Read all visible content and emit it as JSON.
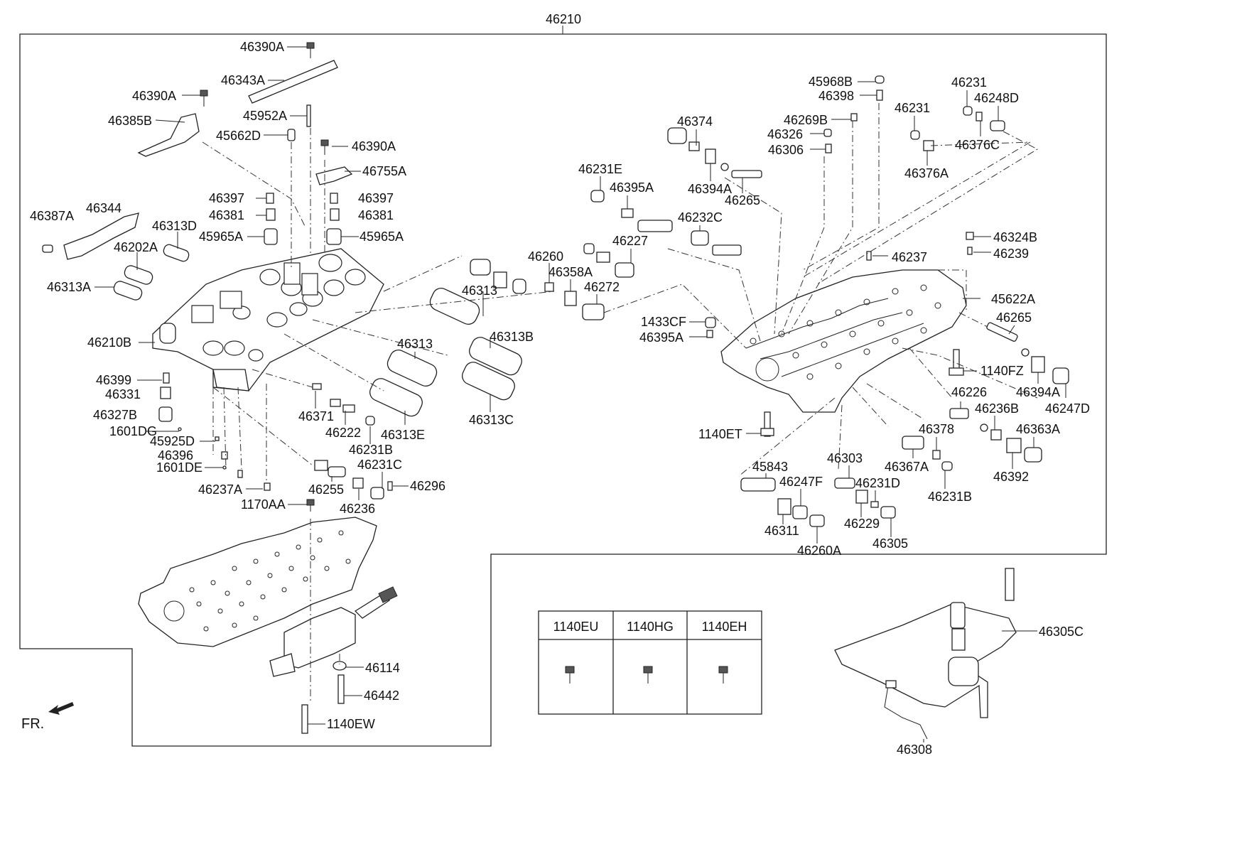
{
  "assembly": {
    "number": "46210"
  },
  "orientation": {
    "label": "FR."
  },
  "labels": [
    "46390A",
    "46343A",
    "46390A",
    "46385B",
    "45952A",
    "45662D",
    "46390A",
    "46755A",
    "46397",
    "46381",
    "45965A",
    "46397",
    "46381",
    "45965A",
    "46387A",
    "46344",
    "46313D",
    "46202A",
    "46313A",
    "46210B",
    "46399",
    "46331",
    "46327B",
    "1601DG",
    "45925D",
    "46396",
    "1601DE",
    "46237A",
    "46313",
    "46313B",
    "46313",
    "46313E",
    "46313C",
    "46371",
    "46222",
    "46231B",
    "46231C",
    "46296",
    "46255",
    "46236",
    "1170AA",
    "46114",
    "46442",
    "1140EW",
    "45968B",
    "46398",
    "46231",
    "46248D",
    "46231",
    "46376C",
    "46374",
    "46269B",
    "46326",
    "46306",
    "46376A",
    "46231E",
    "46395A",
    "46394A",
    "46265",
    "46232C",
    "46324B",
    "46227",
    "46237",
    "46239",
    "46260",
    "46358A",
    "46272",
    "45622A",
    "1433CF",
    "46395A",
    "46265",
    "1140FZ",
    "46394A",
    "46247D",
    "46226",
    "46236B",
    "1140ET",
    "46378",
    "46363A",
    "46303",
    "46367A",
    "46392",
    "45843",
    "46247F",
    "46231D",
    "46231B",
    "46311",
    "46229",
    "46260A",
    "46305",
    "46305C",
    "46308"
  ],
  "bolt_table": {
    "headers": [
      "1140EU",
      "1140HG",
      "1140EH"
    ]
  }
}
